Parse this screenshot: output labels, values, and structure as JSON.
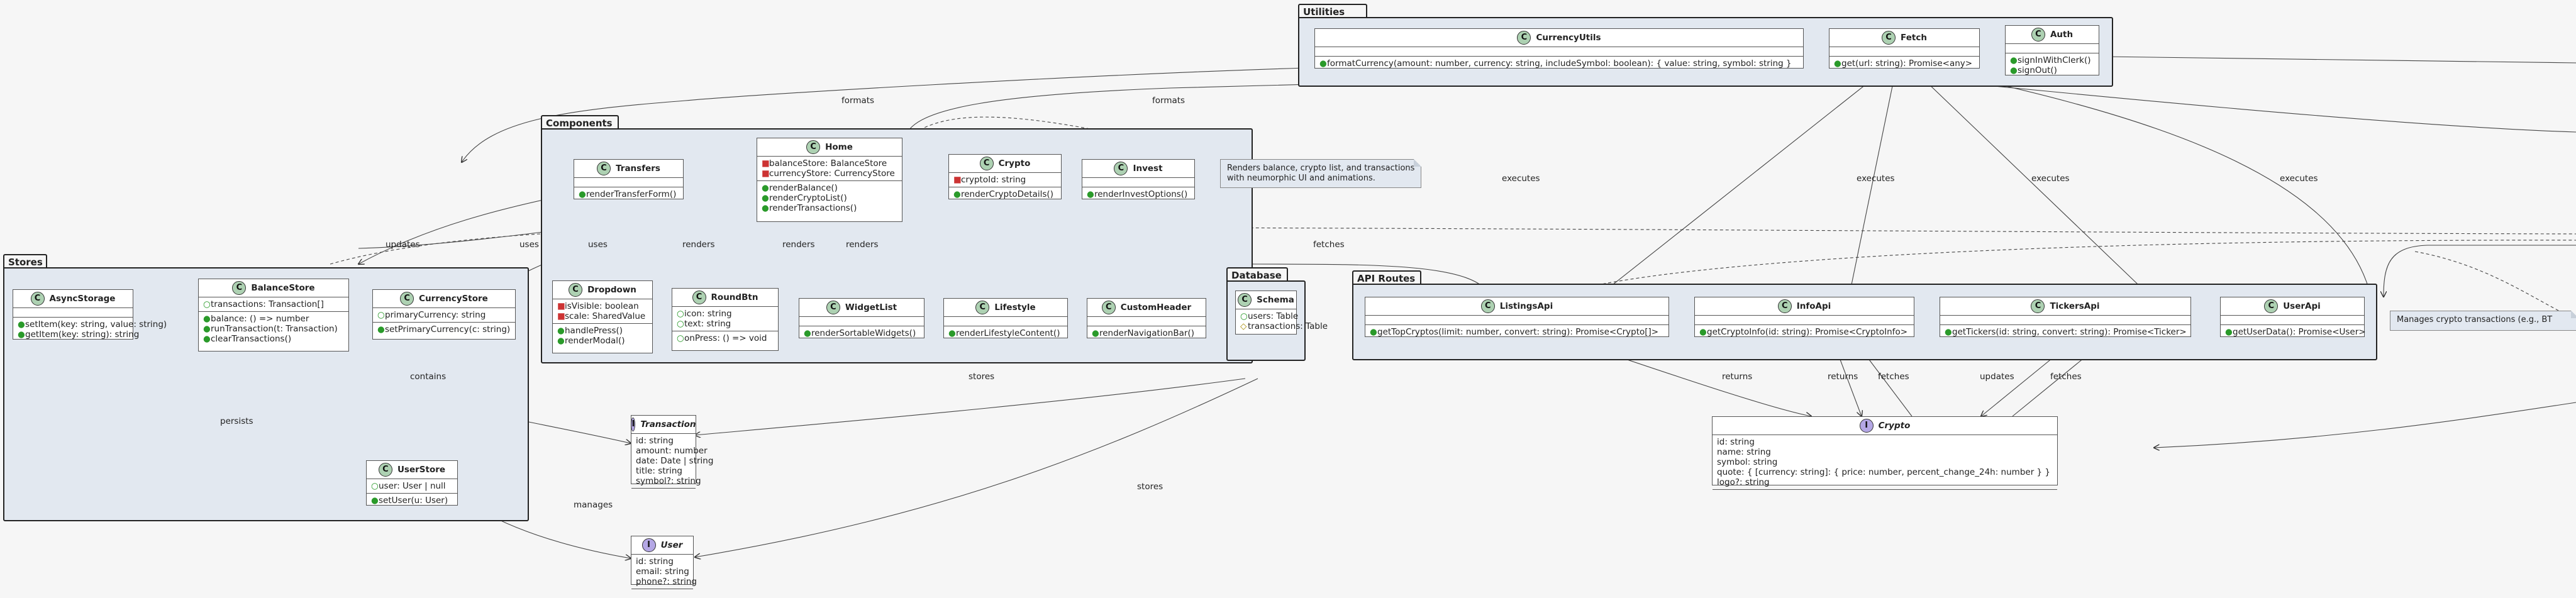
{
  "packages": {
    "utilities": "Utilities",
    "components": "Components",
    "stores": "Stores",
    "database": "Database",
    "api_routes": "API Routes"
  },
  "classes": {
    "currency_utils": {
      "name": "CurrencyUtils",
      "methods": [
        "formatCurrency(amount: number, currency: string, includeSymbol: boolean): { value: string, symbol: string }"
      ]
    },
    "fetch": {
      "name": "Fetch",
      "methods": [
        "get(url: string): Promise<any>"
      ]
    },
    "auth": {
      "name": "Auth",
      "methods": [
        "signInWithClerk()",
        "signOut()"
      ]
    },
    "transfers": {
      "name": "Transfers",
      "methods": [
        "renderTransferForm()"
      ]
    },
    "home": {
      "name": "Home",
      "fields": [
        "balanceStore: BalanceStore",
        "currencyStore: CurrencyStore"
      ],
      "methods": [
        "renderBalance()",
        "renderCryptoList()",
        "renderTransactions()"
      ]
    },
    "crypto_comp": {
      "name": "Crypto",
      "fields": [
        "cryptoId: string"
      ],
      "methods": [
        "renderCryptoDetails()"
      ]
    },
    "invest": {
      "name": "Invest",
      "methods": [
        "renderInvestOptions()"
      ]
    },
    "dropdown": {
      "name": "Dropdown",
      "fields": [
        "isVisible: boolean",
        "scale: SharedValue"
      ],
      "methods": [
        "handlePress()",
        "renderModal()"
      ]
    },
    "roundbtn": {
      "name": "RoundBtn",
      "fields": [
        "icon: string",
        "text: string"
      ],
      "methods": [
        "onPress: () => void"
      ]
    },
    "widgetlist": {
      "name": "WidgetList",
      "methods": [
        "renderSortableWidgets()"
      ]
    },
    "lifestyle": {
      "name": "Lifestyle",
      "methods": [
        "renderLifestyleContent()"
      ]
    },
    "customheader": {
      "name": "CustomHeader",
      "methods": [
        "renderNavigationBar()"
      ]
    },
    "asyncstorage": {
      "name": "AsyncStorage",
      "methods": [
        "setItem(key: string, value: string)",
        "getItem(key: string): string"
      ]
    },
    "balancestore": {
      "name": "BalanceStore",
      "fields": [
        "transactions: Transaction[]"
      ],
      "methods": [
        "balance: () => number",
        "runTransaction(t: Transaction)",
        "clearTransactions()"
      ]
    },
    "currencystore": {
      "name": "CurrencyStore",
      "fields": [
        "primaryCurrency: string"
      ],
      "methods": [
        "setPrimaryCurrency(c: string)"
      ]
    },
    "userstore": {
      "name": "UserStore",
      "fields": [
        "user: User | null"
      ],
      "methods": [
        "setUser(u: User)"
      ]
    },
    "schema": {
      "name": "Schema",
      "fields": [
        "users: Table",
        "transactions: Table"
      ]
    },
    "listingsapi": {
      "name": "ListingsApi",
      "methods": [
        "getTopCryptos(limit: number, convert: string): Promise<Crypto[]>"
      ]
    },
    "infoapi": {
      "name": "InfoApi",
      "methods": [
        "getCryptoInfo(id: string): Promise<CryptoInfo>"
      ]
    },
    "tickersapi": {
      "name": "TickersApi",
      "methods": [
        "getTickers(id: string, convert: string): Promise<Ticker>"
      ]
    },
    "userapi": {
      "name": "UserApi",
      "methods": [
        "getUserData(): Promise<User>"
      ]
    },
    "transaction": {
      "name": "Transaction",
      "fields": [
        "id: string",
        "amount: number",
        "date: Date | string",
        "title: string",
        "symbol?: string"
      ]
    },
    "user": {
      "name": "User",
      "fields": [
        "id: string",
        "email: string",
        "phone?: string"
      ]
    },
    "crypto_if": {
      "name": "Crypto",
      "fields": [
        "id: string",
        "name: string",
        "symbol: string",
        "quote: { [currency: string]: { price: number, percent_change_24h: number } }",
        "logo?: string"
      ]
    }
  },
  "notes": {
    "home_note": [
      "Renders balance, crypto list, and transactions",
      "with neumorphic UI and animations."
    ],
    "right_note": [
      "Manages crypto transactions (e.g., BT"
    ]
  },
  "edge_labels": {
    "formats_1": "formats",
    "formats_2": "formats",
    "executes_1": "executes",
    "executes_2": "executes",
    "executes_3": "executes",
    "executes_4": "executes",
    "updates_1": "updates",
    "uses_1": "uses",
    "uses_2": "uses",
    "renders_1": "renders",
    "renders_2": "renders",
    "renders_3": "renders",
    "fetches_1": "fetches",
    "fetches_2": "fetches",
    "fetches_3": "fetches",
    "stores_1": "stores",
    "stores_2": "stores",
    "returns_1": "returns",
    "returns_2": "returns",
    "updates_2": "updates",
    "persists": "persists",
    "contains": "contains",
    "manages": "manages"
  },
  "colors": {
    "background": "#f6f6f6",
    "package_fill": "#e2e8f0",
    "class_badge": "#add1b2",
    "interface_badge": "#b4a7e5",
    "private_marker": "#cc3333",
    "public_marker": "#2a9a2a",
    "protected_marker": "#a58a00"
  }
}
